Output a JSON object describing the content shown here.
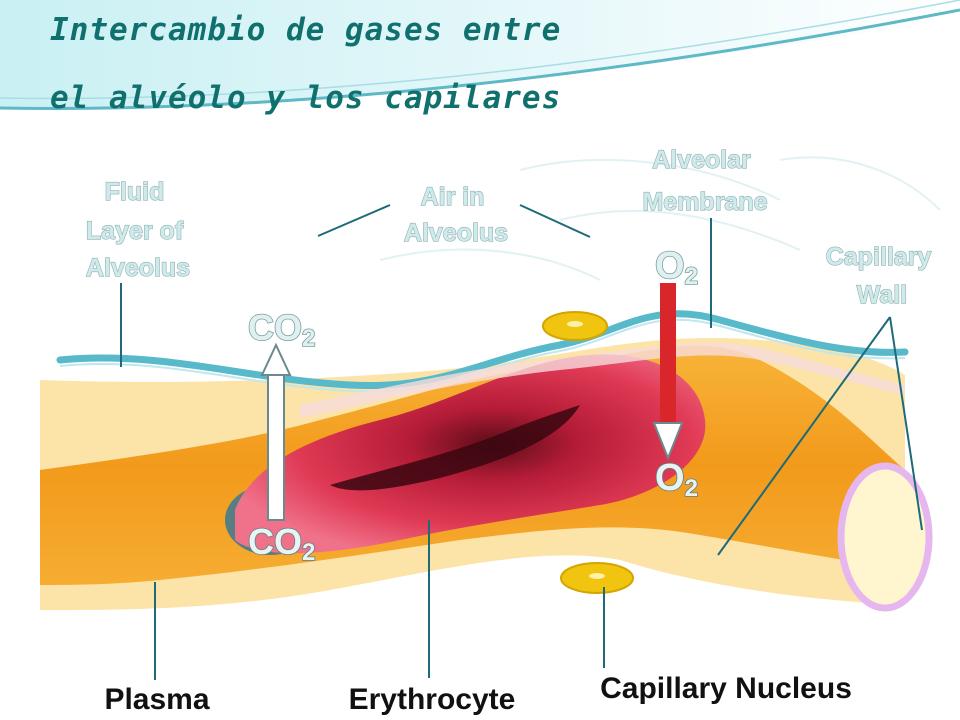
{
  "title": {
    "line1": "Intercambio de gases entre",
    "line2": "el alvéolo y los capilares"
  },
  "labels": {
    "fluid_layer": [
      "Fluid",
      "Layer of",
      "Alveolus"
    ],
    "air_in_alveolus": [
      "Air in",
      "Alveolus"
    ],
    "alveolar_membrane": [
      "Alveolar",
      "Membrane"
    ],
    "capillary_wall": [
      "Capillary",
      "Wall"
    ],
    "plasma": "Plasma",
    "erythrocyte": "Erythrocyte",
    "capillary_nucleus": "Capillary Nucleus"
  },
  "gases": {
    "o2_top": {
      "base": "O",
      "sub": "2"
    },
    "o2_bottom": {
      "base": "O",
      "sub": "2"
    },
    "co2_top": {
      "base": "CO",
      "sub": "2"
    },
    "co2_bottom": {
      "base": "CO",
      "sub": "2"
    }
  },
  "colors": {
    "title": "#10706e",
    "vessel": "#f6a623",
    "plasma": "#fce3a8",
    "erythrocyte": "#d82c45",
    "membrane": "#57b9c9",
    "o2_arrow": "#d8262a",
    "co2_arrow": "#ffffff",
    "vessel_end": "#e6b7ee"
  }
}
